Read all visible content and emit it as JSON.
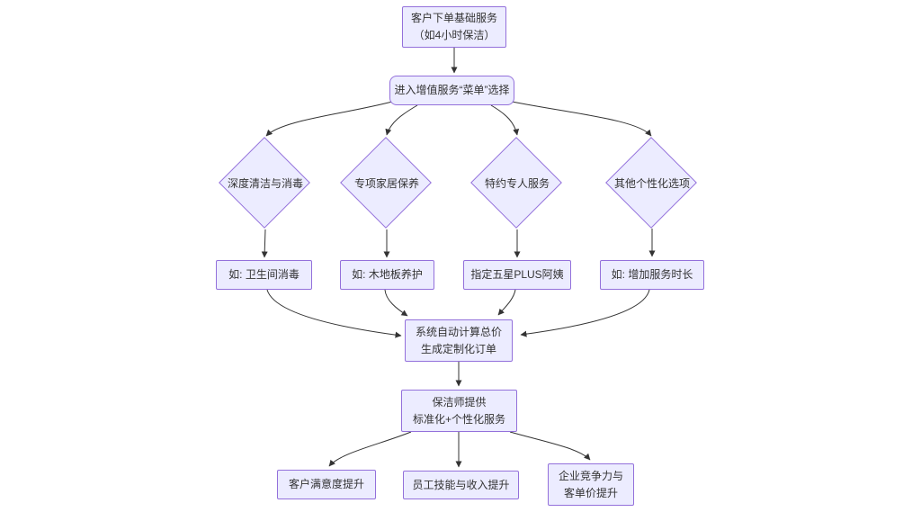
{
  "diagram": {
    "type": "flowchart",
    "background": "#ffffff",
    "node_fill": "#ECECFF",
    "node_border": "#9370DB",
    "edge_color": "#333333",
    "text_color": "#333333"
  },
  "nodes": {
    "order": {
      "line1": "客户下单基础服务",
      "line2": "（如4小时保洁）"
    },
    "menu": {
      "label": "进入增值服务“菜单”选择"
    },
    "d1": {
      "label": "深度清洁与消毒"
    },
    "d2": {
      "label": "专项家居保养"
    },
    "d3": {
      "label": "特约专人服务"
    },
    "d4": {
      "label": "其他个性化选项"
    },
    "e1": {
      "label": "如: 卫生间消毒"
    },
    "e2": {
      "label": "如: 木地板养护"
    },
    "e3": {
      "label": "指定五星PLUS阿姨"
    },
    "e4": {
      "label": "如: 增加服务时长"
    },
    "total": {
      "line1": "系统自动计算总价",
      "line2": "生成定制化订单"
    },
    "service": {
      "line1": "保洁师提供",
      "line2": "标准化+个性化服务"
    },
    "r1": {
      "label": "客户满意度提升"
    },
    "r2": {
      "label": "员工技能与收入提升"
    },
    "r3": {
      "line1": "企业竞争力与",
      "line2": "客单价提升"
    }
  },
  "edges": [
    {
      "from": "order",
      "to": "menu"
    },
    {
      "from": "menu",
      "to": "d1"
    },
    {
      "from": "menu",
      "to": "d2"
    },
    {
      "from": "menu",
      "to": "d3"
    },
    {
      "from": "menu",
      "to": "d4"
    },
    {
      "from": "d1",
      "to": "e1"
    },
    {
      "from": "d2",
      "to": "e2"
    },
    {
      "from": "d3",
      "to": "e3"
    },
    {
      "from": "d4",
      "to": "e4"
    },
    {
      "from": "e1",
      "to": "total"
    },
    {
      "from": "e2",
      "to": "total"
    },
    {
      "from": "e3",
      "to": "total"
    },
    {
      "from": "e4",
      "to": "total"
    },
    {
      "from": "total",
      "to": "service"
    },
    {
      "from": "service",
      "to": "r1"
    },
    {
      "from": "service",
      "to": "r2"
    },
    {
      "from": "service",
      "to": "r3"
    }
  ]
}
